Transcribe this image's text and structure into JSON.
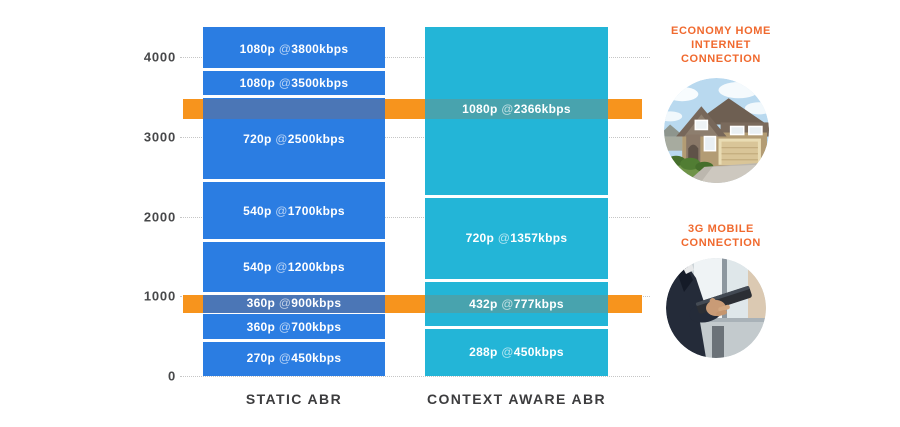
{
  "chart_data": {
    "type": "bar",
    "title": "",
    "xlabel": "",
    "ylabel": "",
    "ylim": [
      0,
      4370
    ],
    "grid": "horizontal dotted",
    "legend_position": "none",
    "yticks": [
      {
        "value": 0,
        "label": "0"
      },
      {
        "value": 1000,
        "label": "1000"
      },
      {
        "value": 2000,
        "label": "2000"
      },
      {
        "value": 3000,
        "label": "3000"
      },
      {
        "value": 4000,
        "label": "4000"
      }
    ],
    "columns": [
      {
        "name": "STATIC ABR",
        "color": "#2b7de2",
        "band_overlay_color": "#4b76b6",
        "segments": [
          {
            "label": "270p @450kbps",
            "resolution": "270p",
            "kbps": 450,
            "span": [
              0,
              450
            ]
          },
          {
            "label": "360p @700kbps",
            "resolution": "360p",
            "kbps": 700,
            "span": [
              450,
              790
            ]
          },
          {
            "label": "360p @900kbps",
            "resolution": "360p",
            "kbps": 900,
            "span": [
              790,
              1040
            ]
          },
          {
            "label": "540p @1200kbps",
            "resolution": "540p",
            "kbps": 1200,
            "span": [
              1040,
              1700
            ]
          },
          {
            "label": "540p @1700kbps",
            "resolution": "540p",
            "kbps": 1700,
            "span": [
              1700,
              2450
            ]
          },
          {
            "label": "720p @2500kbps",
            "resolution": "720p",
            "kbps": 2500,
            "span": [
              2450,
              3500
            ]
          },
          {
            "label": "1080p @3500kbps",
            "resolution": "1080p",
            "kbps": 3500,
            "span": [
              3500,
              3840
            ]
          },
          {
            "label": "1080p @3800kbps",
            "resolution": "1080p",
            "kbps": 3800,
            "span": [
              3840,
              4370
            ]
          }
        ]
      },
      {
        "name": "CONTEXT AWARE ABR",
        "color": "#23b5d7",
        "band_overlay_color": "#48a3ae",
        "segments": [
          {
            "label": "288p @450kbps",
            "resolution": "288p",
            "kbps": 450,
            "span": [
              0,
              612
            ]
          },
          {
            "label": "432p @777kbps",
            "resolution": "432p",
            "kbps": 777,
            "span": [
              612,
              1200
            ]
          },
          {
            "label": "720p @1357kbps",
            "resolution": "720p",
            "kbps": 1357,
            "span": [
              1200,
              2250
            ]
          },
          {
            "label": "1080p @2366kbps",
            "resolution": "1080p",
            "kbps": 2366,
            "span": [
              2250,
              4370
            ],
            "label_at": 3345
          }
        ]
      }
    ],
    "bands": [
      {
        "id": "economy-home",
        "label": "ECONOMY HOME\nINTERNET\nCONNECTION",
        "color": "#f7941d",
        "span": [
          3220,
          3470
        ],
        "photo": "house"
      },
      {
        "id": "3g-mobile",
        "label": "3G MOBILE\nCONNECTION",
        "color": "#f7941d",
        "span": [
          790,
          1015
        ],
        "photo": "phone"
      }
    ]
  },
  "colors": {
    "axis_text": "#47484a",
    "column_label_text": "#3c3c3e",
    "heading_text": "#f0692e",
    "gridline": "#c6c6c6",
    "segment_gap": "#ffffff"
  }
}
